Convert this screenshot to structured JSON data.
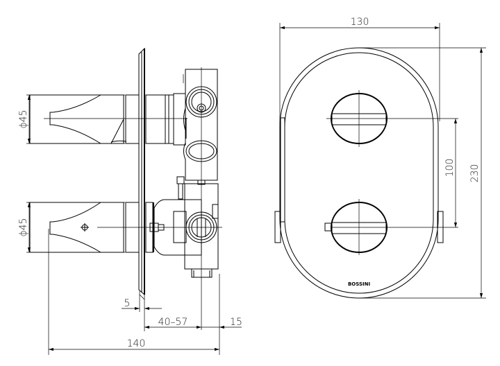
{
  "drawing": {
    "side_view": {
      "dimensions": {
        "top_handle_diameter": "ϕ45",
        "bottom_handle_diameter": "ϕ45",
        "plate_thickness": "5",
        "wall_depth_range": "40–57",
        "body_offset": "15",
        "total_depth": "140"
      }
    },
    "front_view": {
      "dimensions": {
        "width": "130",
        "height": "230",
        "handle_spacing": "100"
      },
      "brand_logo": "BOSSINI"
    }
  }
}
